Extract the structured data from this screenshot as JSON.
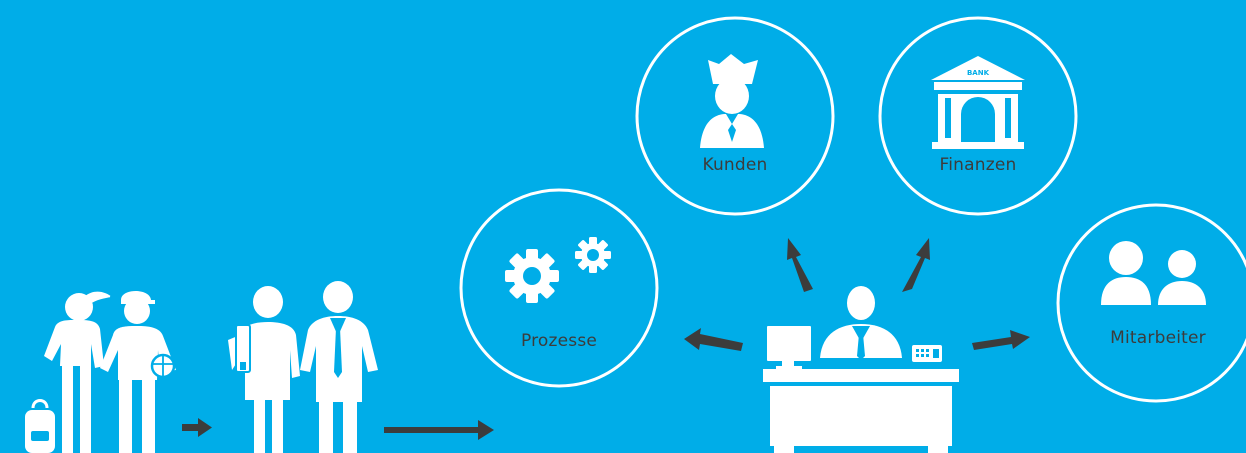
{
  "colors": {
    "background": "#00ADE8",
    "foreground": "#FFFFFF",
    "arrow": "#3C3C3C",
    "label_text": "#3C3C3C"
  },
  "nodes": {
    "kunden": {
      "label": "Kunden",
      "icon": "customer-crown-icon"
    },
    "finanzen": {
      "label": "Finanzen",
      "icon": "bank-building-icon",
      "sign_text": "BANK"
    },
    "prozesse": {
      "label": "Prozesse",
      "icon": "gears-icon"
    },
    "mitarbeiter": {
      "label": "Mitarbeiter",
      "icon": "employees-icon"
    }
  },
  "figures": {
    "students": "students-icon",
    "professionals": "young-professionals-icon",
    "manager": "manager-at-desk-icon"
  }
}
